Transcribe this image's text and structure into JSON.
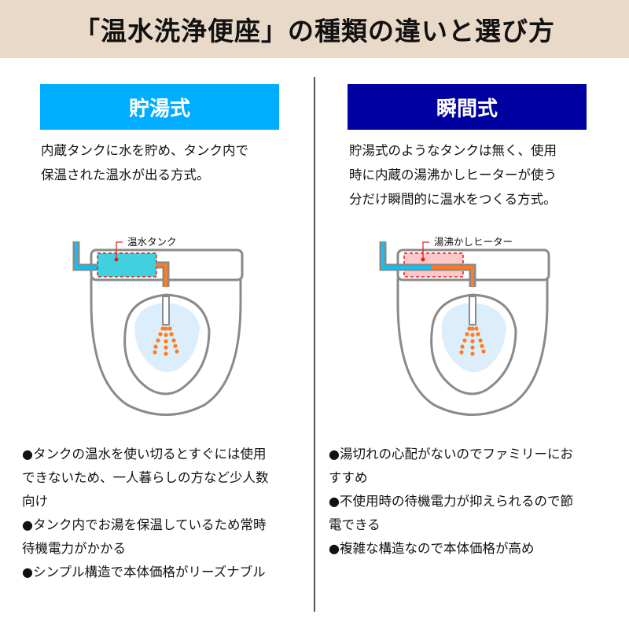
{
  "title": "「温水洗浄便座」の種類の違いと選び方",
  "colors": {
    "header_bg": "#e9d9c9",
    "storage_accent": "#00adff",
    "instant_accent": "#0000a0",
    "tank_fill": "#40d0e0",
    "heater_fill": "#ffc8c8",
    "cold_pipe": "#10c0f0",
    "hot_pipe": "#ff7a20",
    "bowl_water": "#dceefc",
    "outline": "#888888",
    "marker_red": "#e02020"
  },
  "columns": [
    {
      "id": "storage",
      "label": "貯湯式",
      "description": "内蔵タンクに水を貯め、タンク内で保温された温水が出る方式。",
      "description_lines": [
        "内蔵タンクに水を貯め、タンク内で",
        "保温された温水が出る方式。"
      ],
      "diagram": {
        "component_label": "温水タンク",
        "component_icon": "water-tank-icon"
      },
      "bullet_marker": "●",
      "bullets": [
        {
          "lines": [
            "タンクの温水を使い切るとすぐには使用",
            "できないため、一人暮らしの方など少人数",
            "向け"
          ]
        },
        {
          "lines": [
            "タンク内でお湯を保温しているため常時",
            "待機電力がかかる"
          ]
        },
        {
          "lines": [
            "シンプル構造で本体価格がリーズナブル"
          ]
        }
      ]
    },
    {
      "id": "instant",
      "label": "瞬間式",
      "description": "貯湯式のようなタンクは無く、使用時に内蔵の湯沸かしヒーターが使う分だけ瞬間的に温水をつくる方式。",
      "description_lines": [
        "貯湯式のようなタンクは無く、使用",
        "時に内蔵の湯沸かしヒーターが使う",
        "分だけ瞬間的に温水をつくる方式。"
      ],
      "diagram": {
        "component_label": "湯沸かしヒーター",
        "component_icon": "heater-icon"
      },
      "bullet_marker": "●",
      "bullets": [
        {
          "lines": [
            "湯切れの心配がないのでファミリーにお",
            "すすめ"
          ]
        },
        {
          "lines": [
            "不使用時の待機電力が抑えられるので節",
            "電できる"
          ]
        },
        {
          "lines": [
            "複雑な構造なので本体価格が高め"
          ]
        }
      ]
    }
  ]
}
